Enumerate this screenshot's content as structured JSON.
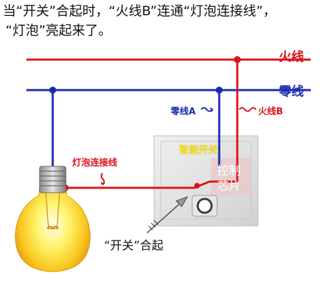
{
  "caption": {
    "line1": "当“开关”合起时，“火线B”连通“灯泡连接线”，",
    "line2": "“灯泡”亮起来了。"
  },
  "labels": {
    "live_wire": "火线",
    "neutral_wire": "零线",
    "neutral_a": "零线A",
    "live_b": "火线B",
    "smart_switch": "智能开关",
    "chip_line1": "控制",
    "chip_line2": "芯片",
    "bulb_wire": "灯泡连接线",
    "switch_closed": "“开关”合起"
  },
  "colors": {
    "live": "#e0111a",
    "neutral": "#1a2bb0",
    "panel": "#e4e4e4"
  }
}
